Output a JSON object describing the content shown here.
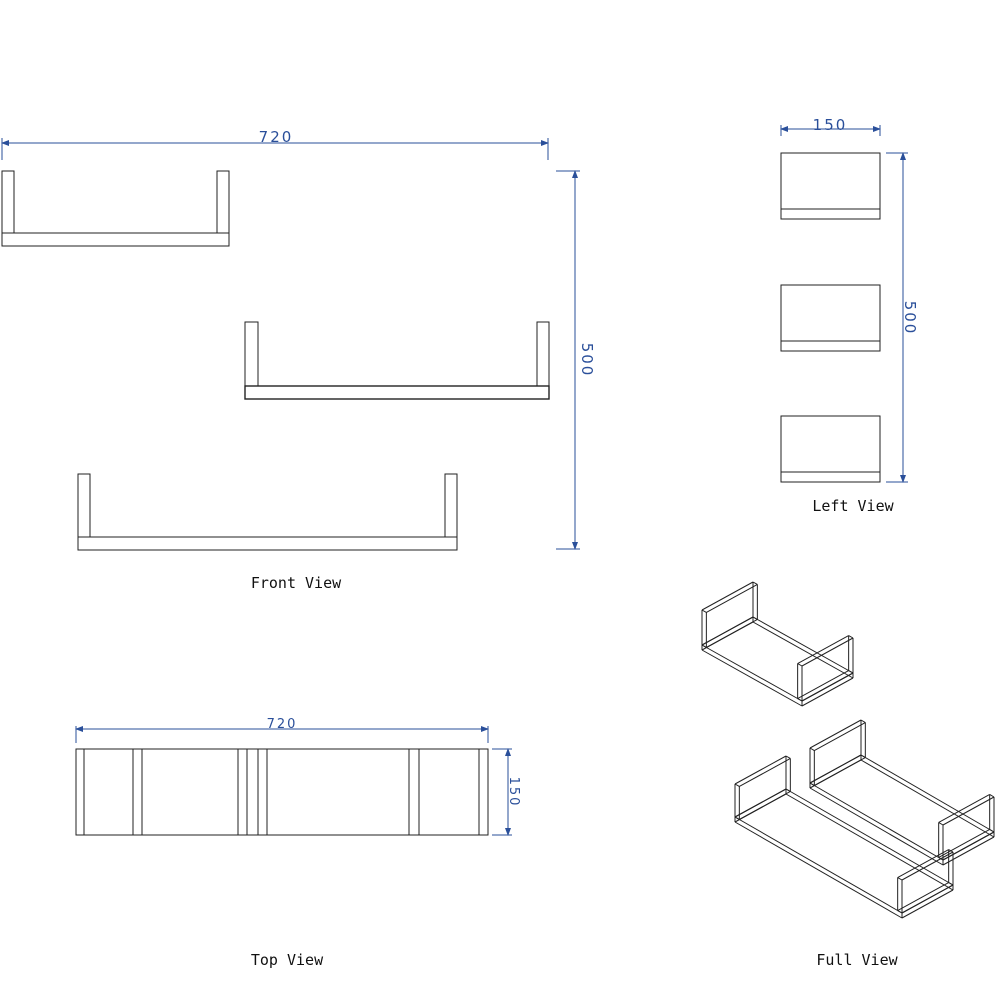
{
  "views": {
    "front": {
      "label": "Front View",
      "width_dim": "720",
      "height_dim": "500"
    },
    "left": {
      "label": "Left View",
      "width_dim": "150",
      "height_dim": "500"
    },
    "top": {
      "label": "Top View",
      "width_dim": "720",
      "height_dim": "150"
    },
    "full": {
      "label": "Full View"
    }
  },
  "colors": {
    "dimension": "#2a4f9a",
    "line": "#222222"
  }
}
